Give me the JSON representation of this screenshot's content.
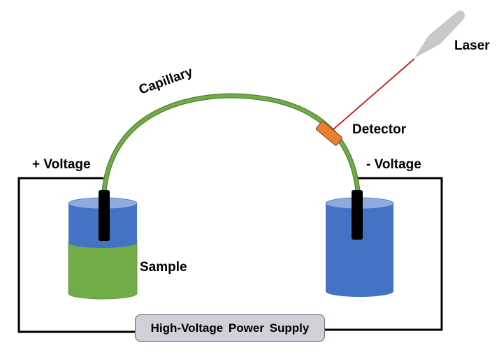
{
  "labels": {
    "capillary": "Capillary",
    "laser": "Laser",
    "detector": "Detector",
    "positive_voltage": "+ Voltage",
    "negative_voltage": "- Voltage",
    "sample": "Sample",
    "power_supply": "High-Voltage  Power Supply"
  },
  "colors": {
    "capillary": "#70ad47",
    "capillary_edge": "#507e32",
    "buffer": "#4472c4",
    "buffer_top": "#8faadc",
    "sample": "#70ad47",
    "electrode": "#000000",
    "wire": "#000000",
    "detector": "#ed7d31",
    "laser_body": "#c8c8c8",
    "laser_beam": "#c00000",
    "power_supply_fill": "#d0d0d6"
  }
}
